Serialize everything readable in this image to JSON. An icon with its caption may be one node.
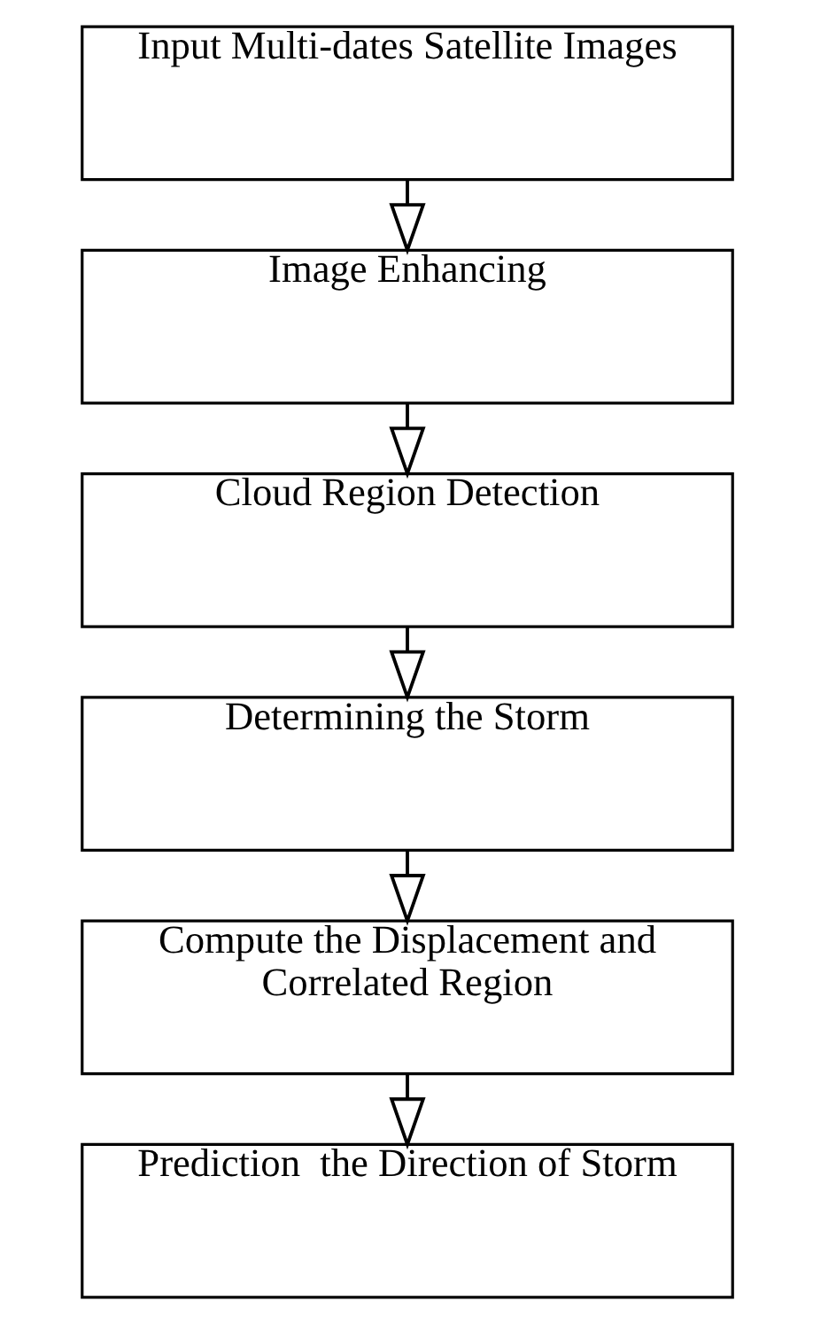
{
  "diagram": {
    "nodes": [
      {
        "text": [
          "Input Multi-dates Satellite Images"
        ]
      },
      {
        "text": [
          "Image Enhancing"
        ]
      },
      {
        "text": [
          "Cloud Region Detection"
        ]
      },
      {
        "text": [
          "Determining the Storm"
        ]
      },
      {
        "text": [
          "Compute the Displacement and Correlated Region"
        ]
      },
      {
        "text": [
          "Prediction  the Direction of Storm"
        ]
      }
    ],
    "edges": [
      {
        "from": 0,
        "to": 1,
        "arrow": "to"
      },
      {
        "from": 1,
        "to": 2,
        "arrow": "to"
      },
      {
        "from": 2,
        "to": 3,
        "arrow": "to"
      },
      {
        "from": 3,
        "to": 4,
        "arrow": "to"
      },
      {
        "from": 4,
        "to": 5,
        "arrow": "to"
      }
    ]
  }
}
